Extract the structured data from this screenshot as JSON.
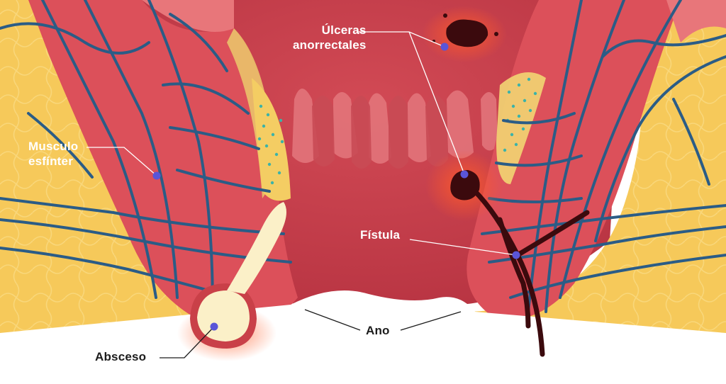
{
  "labels": {
    "ulceras": {
      "line1": "Úlceras",
      "line2": "anorrectales"
    },
    "musculo": {
      "line1": "Musculo",
      "line2": "esfínter"
    },
    "fistula": "Fístula",
    "ano": "Ano",
    "absceso": "Absceso"
  },
  "colors": {
    "fat": "#f6c95a",
    "muscle": "#dc505a",
    "canal": "#c43c4a",
    "vein": "#2b5c86",
    "marker": "#5a55d8",
    "lesion": "#3b0a0d",
    "abscess": "#fbf0c8"
  }
}
